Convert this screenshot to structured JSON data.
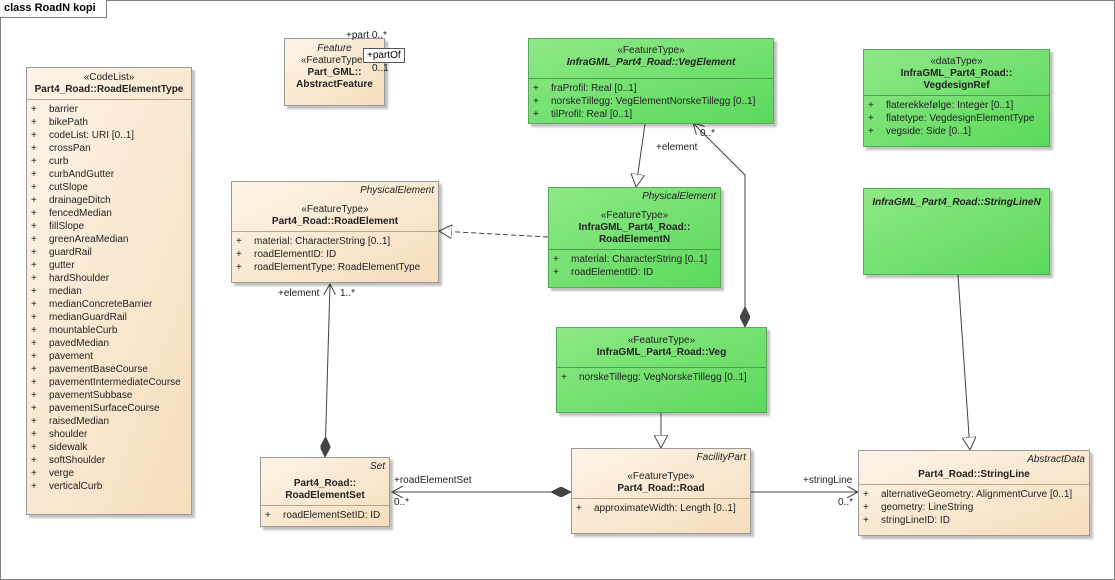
{
  "frame_title": "class RoadN kopi",
  "classes": {
    "codelist": {
      "stereotype": "«CodeList»",
      "name": "Part4_Road::RoadElementType",
      "items": [
        "barrier",
        "bikePath",
        "codeList: URI [0..1]",
        "crossPan",
        "curb",
        "curbAndGutter",
        "cutSlope",
        "drainageDitch",
        "fencedMedian",
        "fillSlope",
        "greenAreaMedian",
        "guardRail",
        "gutter",
        "hardShoulder",
        "median",
        "medianConcreteBarrier",
        "medianGuardRail",
        "mountableCurb",
        "pavedMedian",
        "pavement",
        "pavementBaseCourse",
        "pavementIntermediateCourse",
        "pavementSubbase",
        "pavementSurfaceCourse",
        "raisedMedian",
        "shoulder",
        "sidewalk",
        "softShoulder",
        "verge",
        "verticalCurb"
      ]
    },
    "abstract_feature": {
      "stereotype": "«FeatureType»",
      "name_line1": "Part_GML::",
      "name_line2": "AbstractFeature",
      "overlap_text": "Feature"
    },
    "road_element": {
      "tag": "PhysicalElement",
      "stereotype": "«FeatureType»",
      "name": "Part4_Road::RoadElement",
      "attrs": [
        "material: CharacterString [0..1]",
        "roadElementID: ID",
        "roadElementType: RoadElementType"
      ]
    },
    "veg_element": {
      "stereotype": "«FeatureType»",
      "name": "InfraGML_Part4_Road::VegElement",
      "attrs": [
        "fraProfil: Real [0..1]",
        "norskeTillegg: VegElementNorskeTillegg [0..1]",
        "tilProfil: Real [0..1]"
      ]
    },
    "road_element_n": {
      "tag": "PhysicalElement",
      "stereotype": "«FeatureType»",
      "name_line1": "InfraGML_Part4_Road::",
      "name_line2": "RoadElementN",
      "attrs": [
        "material: CharacterString [0..1]",
        "roadElementID: ID"
      ]
    },
    "vegdesign_ref": {
      "stereotype": "«dataType»",
      "name_line1": "InfraGML_Part4_Road::",
      "name_line2": "VegdesignRef",
      "attrs": [
        "flaterekkefølge: Integer [0..1]",
        "flatetype: VegdesignElementType",
        "vegside: Side [0..1]"
      ]
    },
    "string_line_n": {
      "name": "InfraGML_Part4_Road::StringLineN"
    },
    "veg": {
      "stereotype": "«FeatureType»",
      "name": "InfraGML_Part4_Road::Veg",
      "attrs": [
        "norskeTillegg: VegNorskeTillegg [0..1]"
      ]
    },
    "road_element_set": {
      "tag": "Set",
      "name_line1": "Part4_Road::",
      "name_line2": "RoadElementSet",
      "attrs": [
        "roadElementSetID: ID"
      ]
    },
    "road": {
      "tag": "FacilityPart",
      "stereotype": "«FeatureType»",
      "name": "Part4_Road::Road",
      "attrs": [
        "approximateWidth: Length [0..1]"
      ]
    },
    "string_line": {
      "tag": "AbstractData",
      "name": "Part4_Road::StringLine",
      "attrs": [
        "alternativeGeometry: AlignmentCurve [0..1]",
        "geometry: LineString",
        "stringLineID: ID"
      ]
    }
  },
  "labels": {
    "part": "+part 0..*",
    "part_of": "+partOf",
    "part_of_mult": "0..1",
    "element_top": "+element",
    "element_top_mult": "0..*",
    "element_left": "+element",
    "element_left_mult": "1..*",
    "road_element_set": "+roadElementSet",
    "road_element_set_mult": "0..*",
    "string_line": "+stringLine",
    "string_line_mult": "0..*"
  },
  "attr_visibility": "+"
}
